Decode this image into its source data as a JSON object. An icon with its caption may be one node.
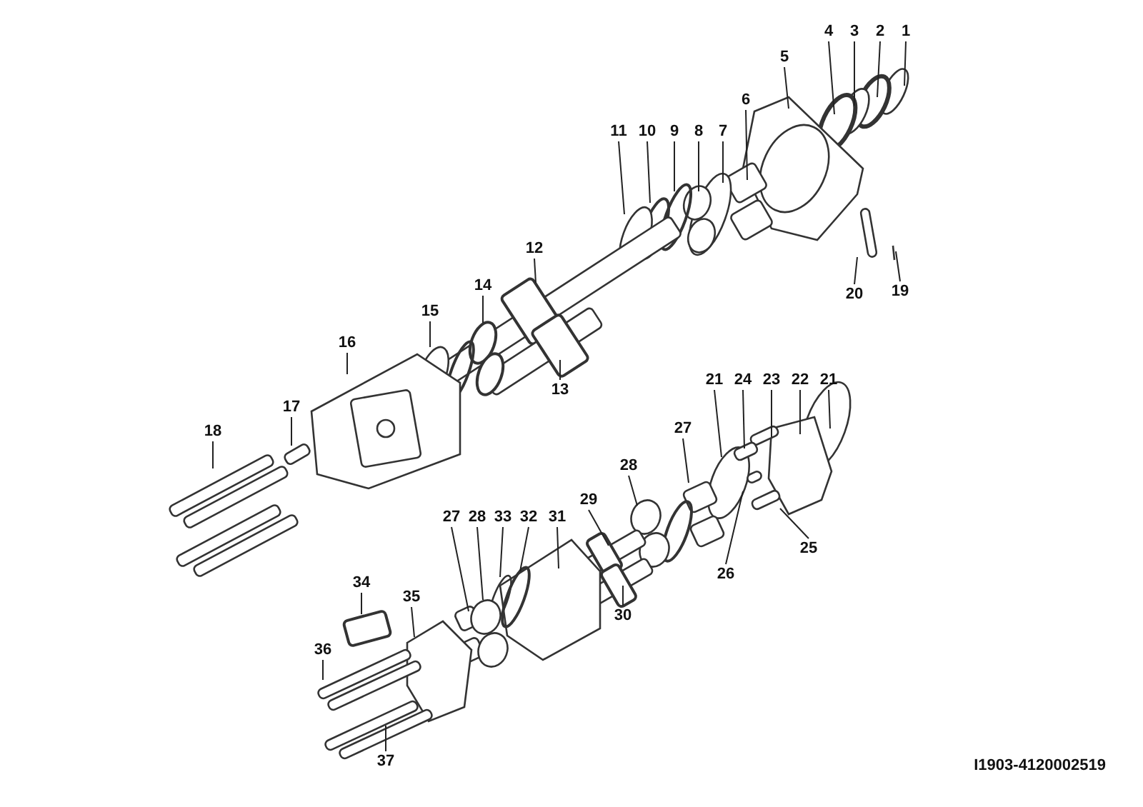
{
  "diagram": {
    "nodes": [
      {
        "text": [
          "1"
        ]
      },
      {
        "text": [
          "2"
        ]
      },
      {
        "text": [
          "3"
        ]
      },
      {
        "text": [
          "4"
        ]
      },
      {
        "text": [
          "5"
        ]
      },
      {
        "text": [
          "6"
        ]
      },
      {
        "text": [
          "7"
        ]
      },
      {
        "text": [
          "8"
        ]
      },
      {
        "text": [
          "9"
        ]
      },
      {
        "text": [
          "10"
        ]
      },
      {
        "text": [
          "11"
        ]
      },
      {
        "text": [
          "12"
        ]
      },
      {
        "text": [
          "13"
        ]
      },
      {
        "text": [
          "14"
        ]
      },
      {
        "text": [
          "15"
        ]
      },
      {
        "text": [
          "16"
        ]
      },
      {
        "text": [
          "17"
        ]
      },
      {
        "text": [
          "18"
        ]
      },
      {
        "text": [
          "19"
        ]
      },
      {
        "text": [
          "20"
        ]
      },
      {
        "text": [
          "21"
        ]
      },
      {
        "text": [
          "22"
        ]
      },
      {
        "text": [
          "23"
        ]
      },
      {
        "text": [
          "24"
        ]
      },
      {
        "text": [
          "21"
        ]
      },
      {
        "text": [
          "26"
        ]
      },
      {
        "text": [
          "25"
        ]
      },
      {
        "text": [
          "27"
        ]
      },
      {
        "text": [
          "28"
        ]
      },
      {
        "text": [
          "29"
        ]
      },
      {
        "text": [
          "30"
        ]
      },
      {
        "text": [
          "31"
        ]
      },
      {
        "text": [
          "32"
        ]
      },
      {
        "text": [
          "33"
        ]
      },
      {
        "text": [
          "27"
        ]
      },
      {
        "text": [
          "28"
        ]
      },
      {
        "text": [
          "34"
        ]
      },
      {
        "text": [
          "35"
        ]
      },
      {
        "text": [
          "36"
        ]
      },
      {
        "text": [
          "37"
        ]
      }
    ],
    "edges": [
      {
        "from": 0,
        "to": null,
        "arrow": "none"
      },
      {
        "from": 1,
        "to": null,
        "arrow": "none"
      },
      {
        "from": 2,
        "to": null,
        "arrow": "none"
      },
      {
        "from": 3,
        "to": null,
        "arrow": "none"
      },
      {
        "from": 4,
        "to": null,
        "arrow": "none"
      },
      {
        "from": 5,
        "to": null,
        "arrow": "none"
      },
      {
        "from": 6,
        "to": null,
        "arrow": "none"
      },
      {
        "from": 7,
        "to": null,
        "arrow": "none"
      },
      {
        "from": 8,
        "to": null,
        "arrow": "none"
      },
      {
        "from": 9,
        "to": null,
        "arrow": "none"
      },
      {
        "from": 10,
        "to": null,
        "arrow": "none"
      },
      {
        "from": 11,
        "to": null,
        "arrow": "none"
      },
      {
        "from": 12,
        "to": null,
        "arrow": "none"
      },
      {
        "from": 13,
        "to": null,
        "arrow": "none"
      },
      {
        "from": 14,
        "to": null,
        "arrow": "none"
      },
      {
        "from": 15,
        "to": null,
        "arrow": "none"
      },
      {
        "from": 16,
        "to": null,
        "arrow": "none"
      },
      {
        "from": 17,
        "to": null,
        "arrow": "none"
      },
      {
        "from": 18,
        "to": null,
        "arrow": "none"
      },
      {
        "from": 19,
        "to": null,
        "arrow": "none"
      },
      {
        "from": 20,
        "to": null,
        "arrow": "none"
      },
      {
        "from": 21,
        "to": null,
        "arrow": "none"
      },
      {
        "from": 22,
        "to": null,
        "arrow": "none"
      },
      {
        "from": 23,
        "to": null,
        "arrow": "none"
      },
      {
        "from": 24,
        "to": null,
        "arrow": "none"
      },
      {
        "from": 25,
        "to": null,
        "arrow": "none"
      },
      {
        "from": 26,
        "to": null,
        "arrow": "none"
      },
      {
        "from": 27,
        "to": null,
        "arrow": "none"
      },
      {
        "from": 28,
        "to": null,
        "arrow": "none"
      },
      {
        "from": 29,
        "to": null,
        "arrow": "none"
      },
      {
        "from": 30,
        "to": null,
        "arrow": "none"
      },
      {
        "from": 31,
        "to": null,
        "arrow": "none"
      },
      {
        "from": 32,
        "to": null,
        "arrow": "none"
      },
      {
        "from": 33,
        "to": null,
        "arrow": "none"
      },
      {
        "from": 34,
        "to": null,
        "arrow": "none"
      },
      {
        "from": 35,
        "to": null,
        "arrow": "none"
      },
      {
        "from": 36,
        "to": null,
        "arrow": "none"
      },
      {
        "from": 37,
        "to": null,
        "arrow": "none"
      },
      {
        "from": 38,
        "to": null,
        "arrow": "none"
      },
      {
        "from": 39,
        "to": null,
        "arrow": "none"
      }
    ],
    "labels": [
      "I1903-4120002519"
    ]
  }
}
